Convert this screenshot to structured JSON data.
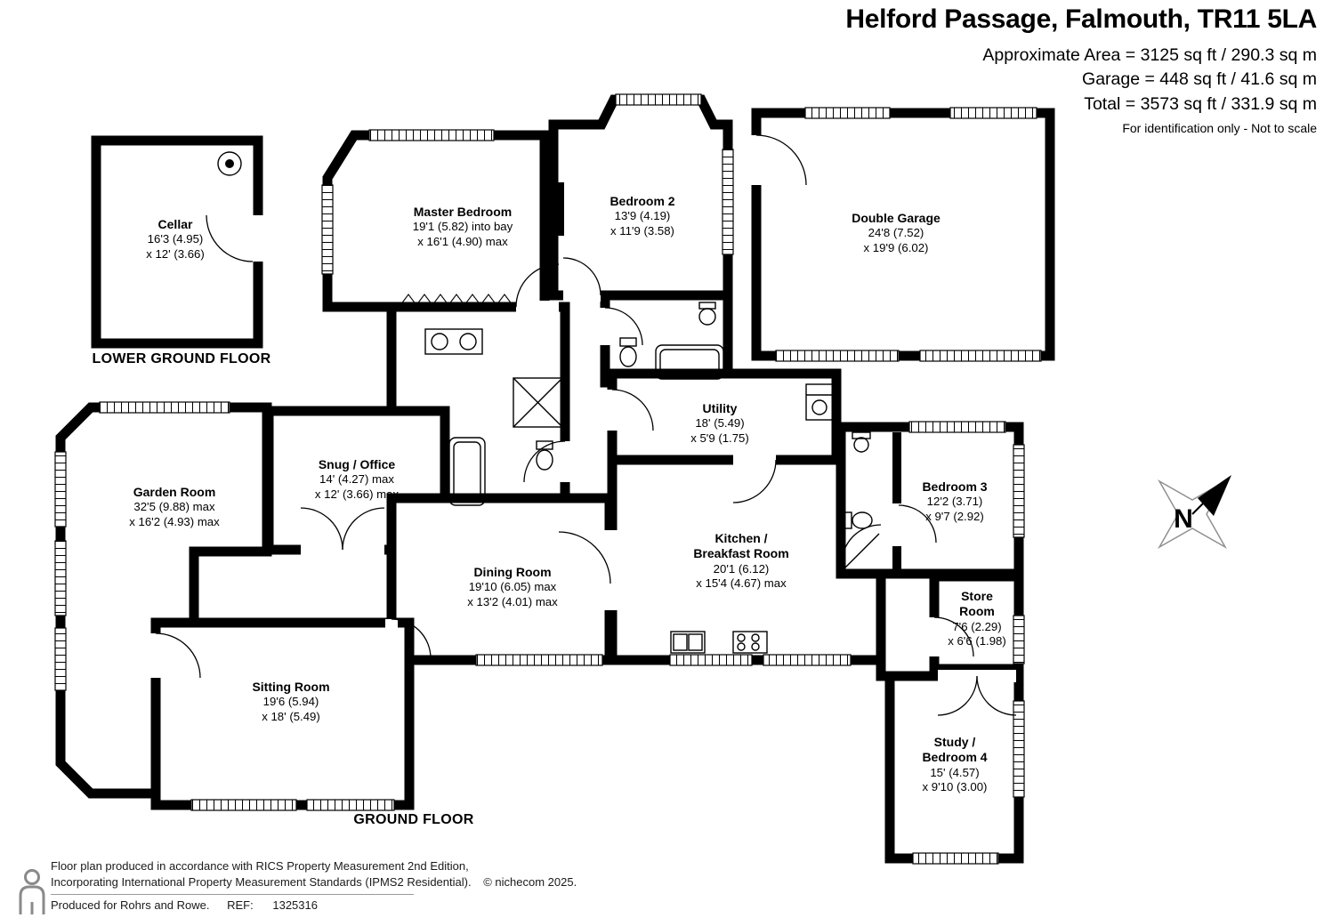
{
  "header": {
    "title": "Helford Passage, Falmouth, TR11 5LA",
    "area_line1": "Approximate Area = 3125 sq ft / 290.3 sq m",
    "area_line2": "Garage = 448 sq ft / 41.6 sq m",
    "area_line3": "Total = 3573 sq ft / 331.9 sq m",
    "disclaimer": "For identification only - Not to scale"
  },
  "floors": {
    "lower": "LOWER GROUND FLOOR",
    "ground": "GROUND FLOOR"
  },
  "rooms": [
    {
      "name": "Cellar",
      "size1": "16'3 (4.95)",
      "size2": "x 12' (3.66)"
    },
    {
      "name": "Master Bedroom",
      "size1": "19'1 (5.82) into bay",
      "size2": "x 16'1 (4.90) max"
    },
    {
      "name": "Bedroom 2",
      "size1": "13'9 (4.19)",
      "size2": "x 11'9 (3.58)"
    },
    {
      "name": "Double Garage",
      "size1": "24'8 (7.52)",
      "size2": "x 19'9 (6.02)"
    },
    {
      "name": "Utility",
      "size1": "18' (5.49)",
      "size2": "x 5'9 (1.75)"
    },
    {
      "name": "Snug / Office",
      "size1": "14' (4.27) max",
      "size2": "x 12' (3.66) max"
    },
    {
      "name": "Garden Room",
      "size1": "32'5 (9.88) max",
      "size2": "x 16'2 (4.93) max"
    },
    {
      "name": "Dining Room",
      "size1": "19'10 (6.05) max",
      "size2": "x 13'2 (4.01) max"
    },
    {
      "name": "Kitchen /",
      "name2": "Breakfast Room",
      "size1": "20'1 (6.12)",
      "size2": "x 15'4 (4.67) max"
    },
    {
      "name": "Bedroom 3",
      "size1": "12'2 (3.71)",
      "size2": "x 9'7 (2.92)"
    },
    {
      "name": "Store",
      "name2": "Room",
      "size1": "7'6 (2.29)",
      "size2": "x 6'6 (1.98)"
    },
    {
      "name": "Sitting Room",
      "size1": "19'6 (5.94)",
      "size2": "x 18' (5.49)"
    },
    {
      "name": "Study /",
      "name2": "Bedroom 4",
      "size1": "15' (4.57)",
      "size2": "x 9'10 (3.00)"
    }
  ],
  "compass": {
    "label": "N"
  },
  "footer": {
    "line1": "Floor plan produced in accordance with RICS Property Measurement 2nd Edition,",
    "line2": "Incorporating International Property Measurement Standards (IPMS2 Residential).",
    "copyright": "© nichecom 2025.",
    "line3": "Produced for Rohrs and Rowe.",
    "ref_label": "REF:",
    "ref_value": "1325316"
  }
}
